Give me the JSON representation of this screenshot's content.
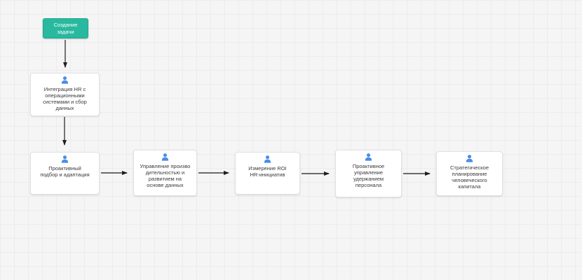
{
  "canvas": {
    "background_color": "#f5f5f6",
    "grid_line_color": "#ececef",
    "type": "flowchart-grid-canvas"
  },
  "flow": {
    "start": {
      "label": "Создание\nзадачи",
      "fill_color": "#29b99e",
      "text_color": "#ffffff"
    },
    "steps": [
      {
        "label": "Интеграция HR с\nоперационными\nсистемами и сбор\nданных",
        "icon": "user-icon"
      },
      {
        "label": "Проактивный\nподбор и адаптация",
        "icon": "user-icon"
      },
      {
        "label": "Управление произво\nдительностью и\nразвитием на\nоснове данных",
        "icon": "user-icon"
      },
      {
        "label": "Измерение ROI\nHR-инициатив",
        "icon": "user-icon"
      },
      {
        "label": "Проактивное\nуправление\nудержанием\nперсонала",
        "icon": "user-icon"
      },
      {
        "label": "Стратегическое\nпланирование\nчеловеческого\nкапитала",
        "icon": "user-icon"
      }
    ],
    "icon_color": "#4a8de8",
    "connector_color": "#3c3c3c",
    "connections": [
      "start -> step1",
      "step1 -> step2",
      "step2 -> step3",
      "step3 -> step4",
      "step4 -> step5",
      "step5 -> step6"
    ]
  }
}
